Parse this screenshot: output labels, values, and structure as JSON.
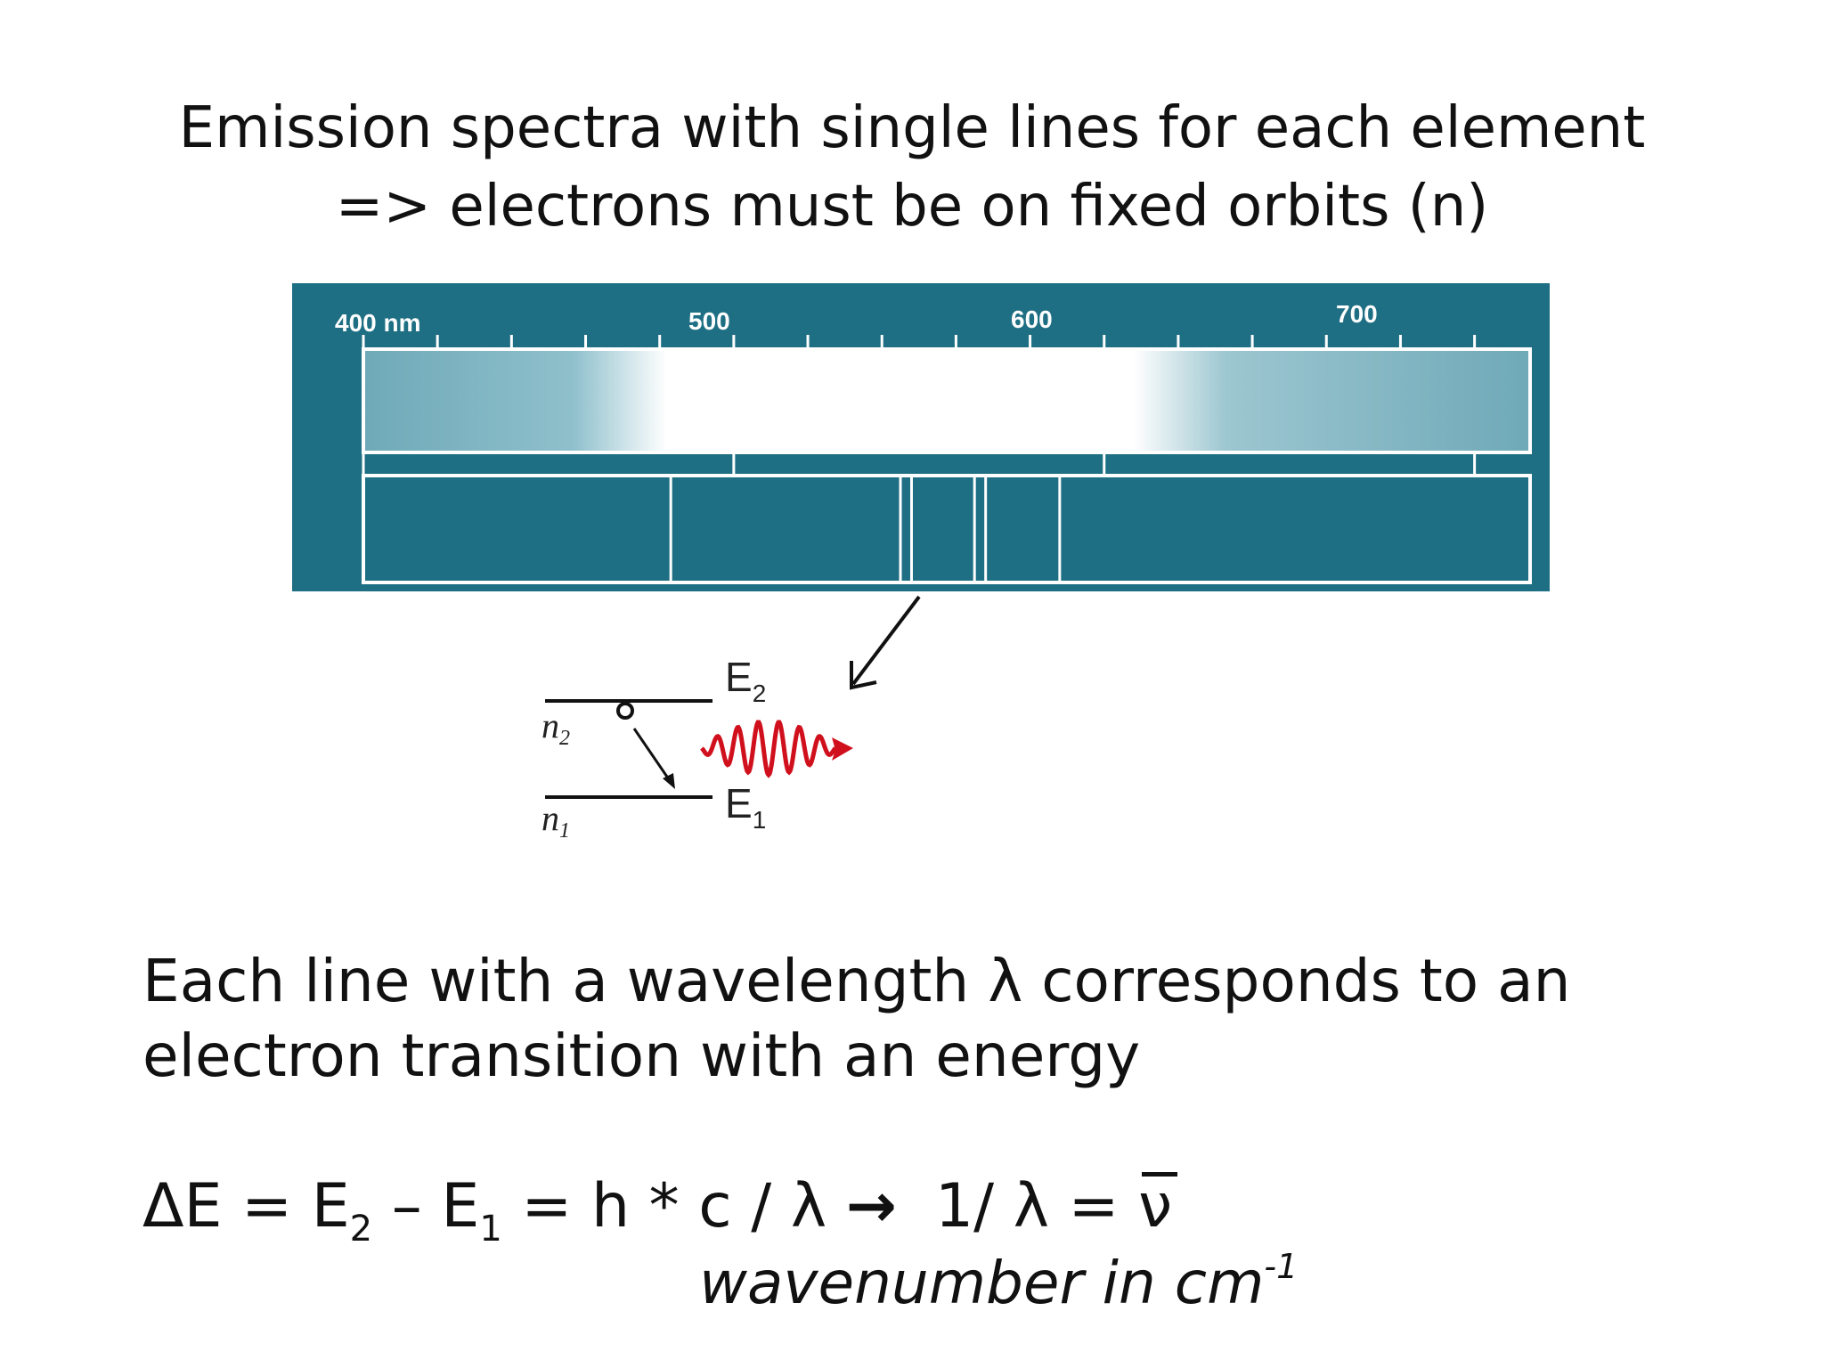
{
  "title": {
    "line1": "Emission spectra with single lines for each element",
    "line2": "=> electrons must be on fixed orbits (n)"
  },
  "spectrum": {
    "axis_unit": "nm",
    "tick_labels": [
      "400 nm",
      "500",
      "600",
      "700"
    ],
    "background_color": "#1f6f84",
    "line_color": "#ffffff",
    "emission_lines_nm": [
      483,
      545,
      548,
      565,
      568,
      588
    ],
    "axis_range_nm": [
      400,
      715
    ]
  },
  "diagram": {
    "level_upper_label": "n",
    "level_upper_sub": "2",
    "level_lower_label": "n",
    "level_lower_sub": "1",
    "energy_upper_label": "E",
    "energy_upper_sub": "2",
    "energy_lower_label": "E",
    "energy_lower_sub": "1",
    "photon_color": "#d0101c"
  },
  "body": {
    "line1": "Each line with a wavelength λ corresponds to an",
    "line2": "electron transition with an energy"
  },
  "formula": {
    "part1": "ΔE = E",
    "sub1": "2",
    "part2": " – E",
    "sub2": "1",
    "part3": " = h * c / λ ",
    "arrow": "→",
    "part4": "  1/ λ = ",
    "nu": "ν"
  },
  "wavenumber": {
    "text": "wavenumber in cm",
    "exponent": "-1"
  }
}
